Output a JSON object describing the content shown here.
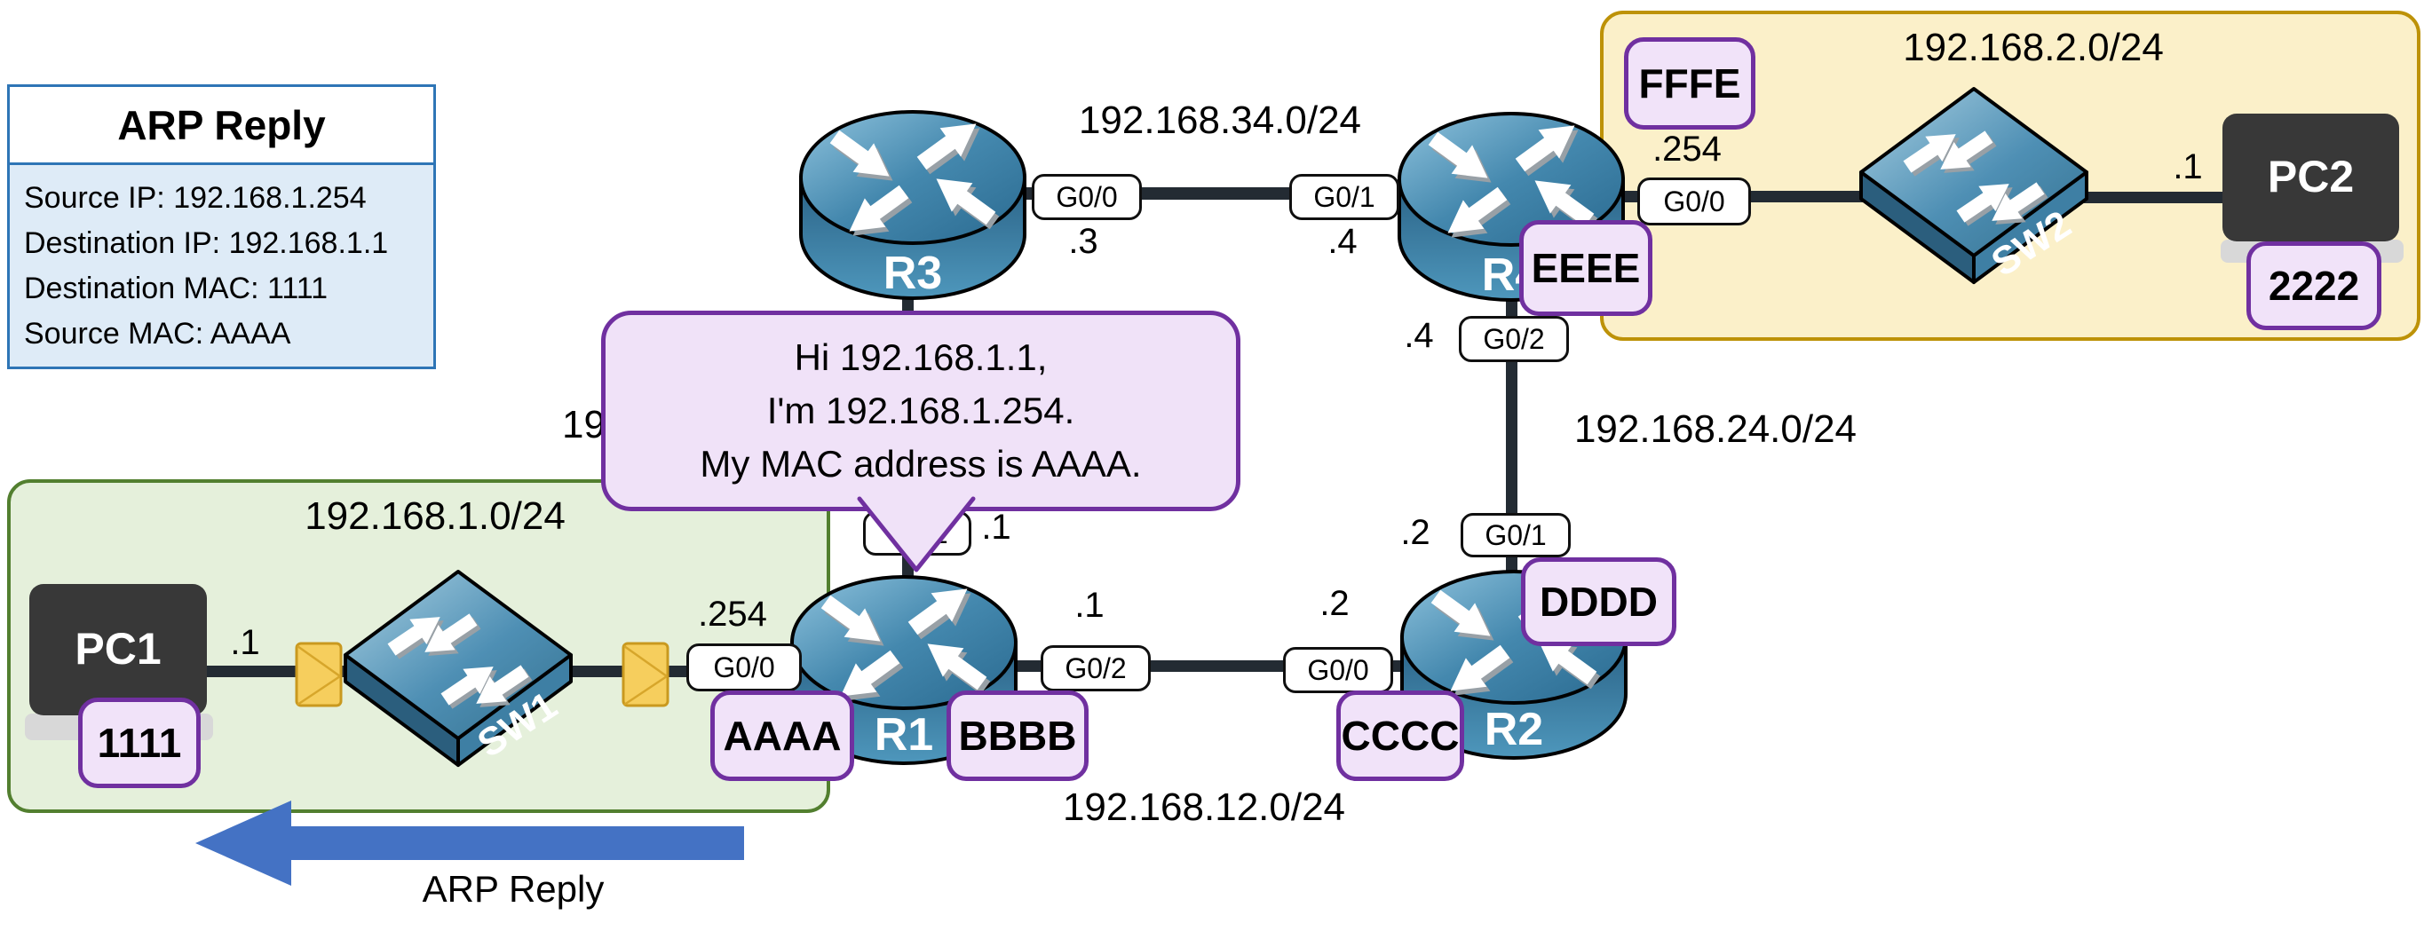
{
  "arp_box": {
    "title": "ARP Reply",
    "rows": [
      "Source IP: 192.168.1.254",
      "Destination IP: 192.168.1.1",
      "Destination MAC: 1111",
      "Source MAC: AAAA"
    ]
  },
  "bubble": {
    "line1": "Hi 192.168.1.1,",
    "line2": "I'm 192.168.1.254.",
    "line3": "My MAC address is AAAA."
  },
  "flow_arrow_label": "ARP Reply",
  "subnets": {
    "lan1": "192.168.1.0/24",
    "lan2": "192.168.2.0/24",
    "r1_r2": "192.168.12.0/24",
    "r2_r4": "192.168.24.0/24",
    "r3_r4": "192.168.34.0/24",
    "r1_r3_partial": "19"
  },
  "devices": {
    "r1": "R1",
    "r2": "R2",
    "r3": "R3",
    "r4": "R4",
    "sw1": "SW1",
    "sw2": "SW2",
    "pc1": "PC1",
    "pc2": "PC2"
  },
  "ifs": {
    "r3_g00": "G0/0",
    "r4_g01": "G0/1",
    "r4_g00": "G0/0",
    "r4_g02": "G0/2",
    "r2_g01": "G0/1",
    "r2_g00": "G0/0",
    "r1_g02": "G0/2",
    "r1_g00": "G0/0",
    "r1_g01_hidden": "G0/1"
  },
  "ips": {
    "r3_link34": ".3",
    "r4_link34": ".4",
    "r4_link24": ".4",
    "r2_link24": ".2",
    "r1_link12": ".1",
    "r2_link12": ".2",
    "r4_lan2": ".254",
    "r1_lan1": ".254",
    "r1_link13": ".1",
    "pc1": ".1",
    "pc2": ".1"
  },
  "macs": {
    "pc1": "1111",
    "pc2": "2222",
    "r1_g00": "AAAA",
    "r1_g02": "BBBB",
    "r2_g00": "CCCC",
    "r2_g01": "DDDD",
    "r4_g02": "EEEE",
    "r4_g00": "FFFE"
  },
  "colors": {
    "purple_accent": "#7030A0",
    "mac_fill": "#F1E3F9",
    "bubble_fill": "#F0E2F8",
    "lan1_fill": "#E5F0DB",
    "lan1_border": "#527F2F",
    "lan2_fill": "#FBF0C9",
    "lan2_border": "#BD9208",
    "arp_fill": "#DEEBF7",
    "arp_border": "#2E75B6",
    "link_dark": "#232B33",
    "arrow_blue": "#4472C4"
  }
}
